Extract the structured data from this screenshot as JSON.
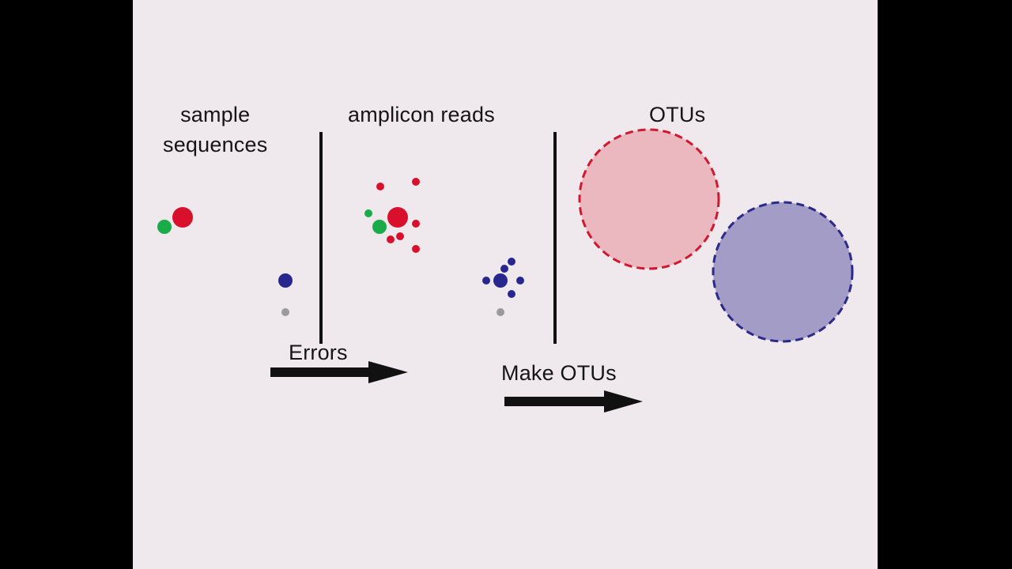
{
  "slide": {
    "section_labels": {
      "sample": "sample\nsequences",
      "reads": "amplicon reads",
      "otus": "OTUs"
    },
    "arrows": {
      "errors": "Errors",
      "make_otus": "Make OTUs"
    }
  },
  "colors": {
    "background": "#efe8ec",
    "frame": "#000000",
    "red": "#d8102c",
    "green": "#1aac48",
    "blue": "#27278f",
    "gray": "#9a9a9a",
    "otu_red_fill": "#ecb8bf",
    "otu_red_stroke": "#d0192f",
    "otu_blue_fill": "#a29cc7",
    "otu_blue_stroke": "#2a2a8a",
    "ink": "#111111"
  }
}
